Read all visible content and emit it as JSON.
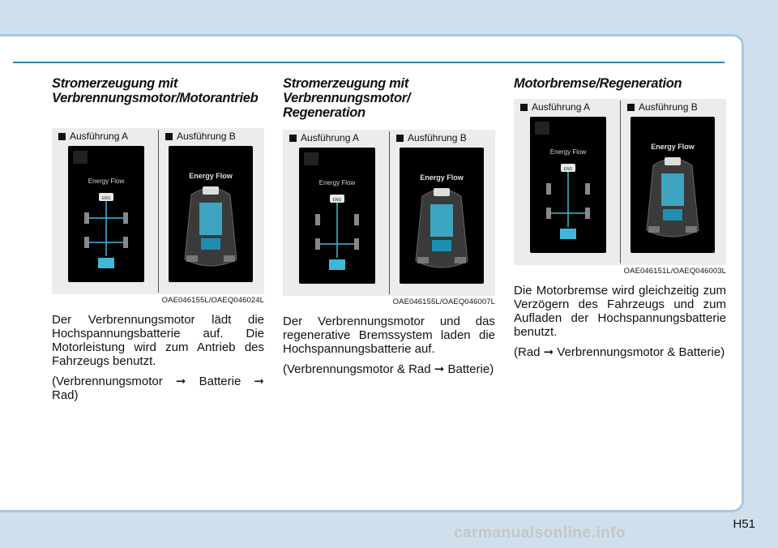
{
  "columns": [
    {
      "heading": "Stromerzeugung mit Verbrennungsmotor/Motorantrieb",
      "variant_a": "Ausführung A",
      "variant_b": "Ausführung B",
      "screen_title": "Energy Flow",
      "engine_label": "ENG",
      "caption": "OAE046155L/OAEQ046024L",
      "text1": "Der Verbrennungsmotor lädt die Hochspannungsbatterie auf. Die Motorleistung wird zum Antrieb des Fahrzeugs benutzt.",
      "text2": "(Verbrennungsmotor ➞ Batterie ➞ Rad)"
    },
    {
      "heading": "Stromerzeugung mit Verbrennungsmotor/ Regeneration",
      "variant_a": "Ausführung A",
      "variant_b": "Ausführung B",
      "screen_title": "Energy Flow",
      "engine_label": "ENG",
      "caption": "OAE046155L/OAEQ046007L",
      "text1": "Der Verbrennungsmotor und das regenerative Bremssystem laden die Hochspannungsbatterie auf.",
      "text2": "(Verbrennungsmotor & Rad ➞ Batterie)"
    },
    {
      "heading": "Motorbremse/Regeneration",
      "variant_a": "Ausführung A",
      "variant_b": "Ausführung B",
      "screen_title": "Energy Flow",
      "engine_label": "ENG",
      "caption": "OAE046151L/OAEQ046003L",
      "text1": "Die Motorbremse wird gleichzeitig zum Verzögern des Fahrzeugs und zum Aufladen der Hochspannungsbatterie benutzt.",
      "text2": "(Rad ➞ Verbrennungsmotor & Batterie)"
    }
  ],
  "page_number": "H51",
  "watermark": "carmanualsonline.info",
  "colors": {
    "accent_line": "#2e86b8",
    "page_border": "#a9c7de",
    "background": "#cfe0ec",
    "energy_flow": "#3fb8d8"
  }
}
